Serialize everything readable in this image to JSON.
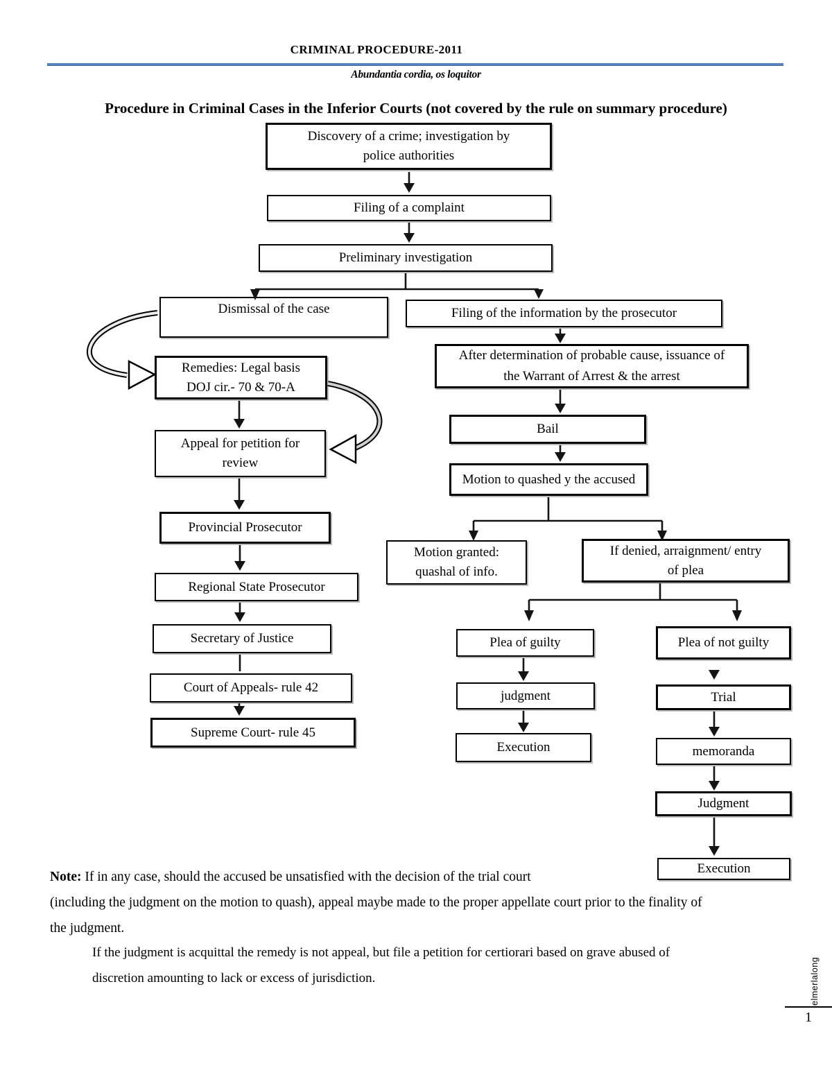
{
  "header": {
    "title": "CRIMINAL PROCEDURE-2011",
    "subtitle": "Abundantia cordia, os loquitor"
  },
  "doc_title": "Procedure in Criminal Cases in the Inferior Courts (not covered by the rule on summary procedure)",
  "colors": {
    "accent_line": "#5b84c4",
    "box_border": "#000000",
    "box_shadow": "#b9b9b9"
  },
  "flowchart": {
    "nodes": {
      "discovery": {
        "line1": "Discovery of a crime; investigation by",
        "line2": "police authorities"
      },
      "filing_complaint": {
        "label": "Filing of a complaint"
      },
      "prelim": {
        "label": "Preliminary investigation"
      },
      "dismissal": {
        "label": "Dismissal of the case"
      },
      "filing_info": {
        "label": "Filing of the information by the prosecutor"
      },
      "after_det": {
        "line1": "After determination of probable cause, issuance of",
        "line2": "the Warrant of Arrest & the arrest"
      },
      "bail": {
        "label": "Bail"
      },
      "motion": {
        "label": "Motion to quashed y the accused"
      },
      "motion_granted": {
        "line1": "Motion granted:",
        "line2": "quashal of info."
      },
      "if_denied": {
        "line1": "If denied, arraignment/ entry",
        "line2": "of plea"
      },
      "plea_guilty": {
        "label": "Plea of guilty"
      },
      "plea_not_guilty": {
        "label": "Plea of not guilty"
      },
      "judgment": {
        "label": "judgment"
      },
      "trial": {
        "label": "Trial"
      },
      "execution": {
        "label": "Execution"
      },
      "memoranda": {
        "label": "memoranda"
      },
      "judgment2": {
        "label": "Judgment"
      },
      "execution2": {
        "label": "Execution"
      },
      "remedies": {
        "line1": "Remedies: Legal basis",
        "line2": "DOJ cir.- 70 & 70-A"
      },
      "appeal": {
        "line1": "Appeal for petition for",
        "line2": "review"
      },
      "provincial": {
        "label": "Provincial Prosecutor"
      },
      "regional": {
        "label": "Regional State Prosecutor"
      },
      "secretary": {
        "label": "Secretary of Justice"
      },
      "coa": {
        "label": "Court of Appeals- rule 42"
      },
      "sc": {
        "label": "Supreme Court- rule 45"
      }
    }
  },
  "note": {
    "label": "Note:",
    "line1": " If in any case, should the accused be unsatisfied with the decision of the trial court",
    "line2": "(including the judgment on the motion to quash), appeal maybe made to the proper appellate court prior to the finality of",
    "line3": "the judgment."
  },
  "para2": {
    "line1": "If the judgment is acquittal the remedy is not appeal, but file a petition for certiorari based on grave abused of",
    "line2": "discretion amounting to lack or excess of jurisdiction."
  },
  "footer": {
    "watermark": "elmerlalong",
    "page_number": "1"
  }
}
